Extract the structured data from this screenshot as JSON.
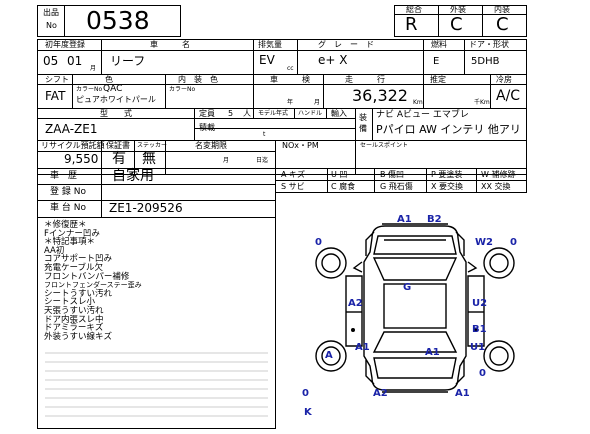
{
  "header": {
    "lot_label_top": "出品",
    "lot_label_bottom": "No",
    "lot_number": "0538",
    "score_labels": [
      "総合",
      "外装",
      "内装"
    ],
    "score_values": [
      "R",
      "C",
      "C"
    ]
  },
  "row1": {
    "labels": {
      "year": "初年度登録",
      "name": "車　　　名",
      "displacement": "排気量",
      "grade": "グ　レ　ー　ド",
      "fuel": "燃料",
      "door_shape": "ドア・形状"
    },
    "values": {
      "year": "05",
      "month": "01",
      "month_unit": "月",
      "name": "リーフ",
      "displacement": "EV",
      "cc": "cc",
      "grade": "e+ X",
      "fuel": "E",
      "door_shape": "5DHB"
    }
  },
  "row2": {
    "labels": {
      "shift": "シフト",
      "color": "色",
      "interior_color": "内　装　色",
      "inspection": "車　　　検",
      "mileage": "走　　　行",
      "estimate": "推定",
      "ac": "冷房"
    },
    "color_no_label": "カラーNo",
    "color_code": "QAC",
    "color_name": "ピュアホワイトパール",
    "interior_no_label": "カラーNo",
    "shift": "FAT",
    "year_unit": "年",
    "month_unit": "月",
    "mileage": "36,322",
    "km_unit": "Km",
    "thousand_km": "千Km",
    "ac": "A/C"
  },
  "row3": {
    "labels": {
      "model": "型　　式",
      "capacity": "定員",
      "model_area": "モデル年式",
      "handle": "ハンドル",
      "import": "輸入",
      "equipment": "装備"
    },
    "model": "ZAA-ZE1",
    "capacity": "5",
    "capacity_unit": "人",
    "load_label": "積載",
    "load_unit": "t",
    "equipment_line1": "ナビ Aビュー エマブレ",
    "equipment_line2": "Pパイロ AW インテリ 他アリ"
  },
  "row4": {
    "labels": {
      "recycle": "リサイクル預託額",
      "warranty": "保証書",
      "sticker": "ステッカー",
      "registration": "名変期限",
      "nox": "NOx・PM",
      "sales_point": "セールスポイント"
    },
    "recycle": "9,550",
    "warranty": "有",
    "sticker": "無",
    "month_unit": "月",
    "day_unit": "日迄"
  },
  "history": {
    "label": "車　歴",
    "value": "自家用",
    "reg_label": "登 録 No",
    "chassis_label": "車 台 No",
    "chassis": "ZE1-209526"
  },
  "legend": [
    [
      "A キズ",
      "U 凹",
      "B 傷凹",
      "P 要塗装",
      "W 補修跡"
    ],
    [
      "S サビ",
      "C 腐食",
      "G 飛石傷",
      "X 要交換",
      "XX 交換"
    ]
  ],
  "notes": [
    "＊修復歴＊",
    "Fインナー凹み",
    "＊特記事項＊",
    "AA初",
    "コアサポート凹み",
    "充電ケーブル欠",
    "フロントバンパー補修",
    "フロントフェンダーステー歪み",
    "シートうすい汚れ",
    "シートスレ小",
    "天張うすい汚れ",
    "ドア内張スレ中",
    "ドアミラーキズ",
    "外装うすい線キズ"
  ],
  "damage_marks": {
    "front_left": "A1",
    "front_center": "B2",
    "front_right_mirror": "W2",
    "left_fender": "0",
    "right_fender": "0",
    "left_front_door": "A2",
    "roof": "G",
    "right_front_door": "U2",
    "right_rear_door": "B1",
    "left_rear_wheel": "A",
    "left_rear": "A1",
    "rear_center": "A1",
    "right_rear": "U1",
    "right_rear_wheel": "0",
    "rear_bumper_left": "A2",
    "rear_bumper_right": "A1",
    "bottom_left": "0",
    "bottom_k": "K"
  }
}
